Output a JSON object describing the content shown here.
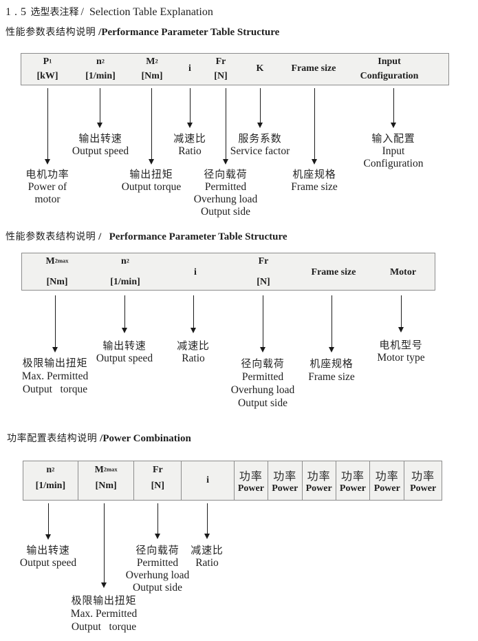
{
  "page": {
    "title": {
      "num": "1 . 5",
      "zh": "选型表注释",
      "rest": "/  Selection Table Explanation"
    }
  },
  "colors": {
    "text": "#1e1e1e",
    "table_fill": "#f1f1ef",
    "table_border": "#8c8c8c",
    "arrow": "#1a1a1a",
    "page_bg": "#ffffff"
  },
  "s1": {
    "heading": {
      "zh": "性能参数表结构说明",
      "rest": " /Performance Parameter Table Structure"
    },
    "table": {
      "cols": [
        {
          "sym": "P",
          "sub": "1",
          "unit": "[kW]"
        },
        {
          "sym": "n",
          "sub": "2",
          "unit": "[1/min]"
        },
        {
          "sym": "M",
          "sub": "2",
          "unit": "[Nm]"
        },
        {
          "sym": "i"
        },
        {
          "sym": "Fr",
          "unit": "[N]"
        },
        {
          "sym": "K"
        },
        {
          "sym": "Frame size"
        },
        {
          "sym": "Input",
          "unit": "Configuration"
        }
      ]
    },
    "callouts": [
      {
        "zh": "电机功率",
        "en": [
          "Power of",
          "motor"
        ]
      },
      {
        "zh": "输出转速",
        "en": [
          "Output speed"
        ]
      },
      {
        "zh": "输出扭矩",
        "en": [
          "Output torque"
        ]
      },
      {
        "zh": "减速比",
        "en": [
          "Ratio"
        ]
      },
      {
        "zh": "径向载荷",
        "en": [
          "Permitted",
          "Overhung load",
          "Output side"
        ]
      },
      {
        "zh": "服务系数",
        "en": [
          "Service factor"
        ]
      },
      {
        "zh": "机座规格",
        "en": [
          "Frame size"
        ]
      },
      {
        "zh": "输入配置",
        "en": [
          "Input",
          "Configuration"
        ]
      }
    ]
  },
  "s2": {
    "heading": {
      "zh": "性能参数表结构说明",
      "rest": " /   Performance Parameter Table Structure"
    },
    "table": {
      "cols": [
        {
          "sym": "M",
          "sub": "2max",
          "unit": "[Nm]"
        },
        {
          "sym": "n",
          "sub": "2",
          "unit": "[1/min]"
        },
        {
          "sym": "i"
        },
        {
          "sym": "Fr",
          "unit": "[N]"
        },
        {
          "sym": "Frame size"
        },
        {
          "sym": "Motor"
        }
      ]
    },
    "callouts": [
      {
        "zh": "极限输出扭矩",
        "en": [
          "Max. Permitted",
          "Output   torque"
        ]
      },
      {
        "zh": "输出转速",
        "en": [
          "Output speed"
        ]
      },
      {
        "zh": "减速比",
        "en": [
          "Ratio"
        ]
      },
      {
        "zh": "径向载荷",
        "en": [
          "Permitted",
          "Overhung load",
          "Output side"
        ]
      },
      {
        "zh": "机座规格",
        "en": [
          "Frame size"
        ]
      },
      {
        "zh": "电机型号",
        "en": [
          "Motor type"
        ]
      }
    ]
  },
  "s3": {
    "heading": {
      "zh": "功率配置表结构说明",
      "rest": " /Power Combination"
    },
    "table": {
      "cols": [
        {
          "sym": "n",
          "sub": "2",
          "unit": "[1/min]"
        },
        {
          "sym": "M",
          "sub": "2max",
          "unit": "[Nm]"
        },
        {
          "sym": "Fr",
          "unit": "[N]"
        },
        {
          "sym": "i"
        }
      ],
      "power_cols": [
        {
          "zh": "功率",
          "en": "Power"
        },
        {
          "zh": "功率",
          "en": "Power"
        },
        {
          "zh": "功率",
          "en": "Power"
        },
        {
          "zh": "功率",
          "en": "Power"
        },
        {
          "zh": "功率",
          "en": "Power"
        },
        {
          "zh": "功率",
          "en": "Power"
        }
      ]
    },
    "callouts": [
      {
        "zh": "输出转速",
        "en": [
          "Output speed"
        ]
      },
      {
        "zh": "极限输出扭矩",
        "en": [
          "Max. Permitted",
          "Output   torque"
        ]
      },
      {
        "zh": "径向载荷",
        "en": [
          "Permitted",
          "Overhung load",
          "Output side"
        ]
      },
      {
        "zh": "减速比",
        "en": [
          "Ratio"
        ]
      }
    ]
  }
}
